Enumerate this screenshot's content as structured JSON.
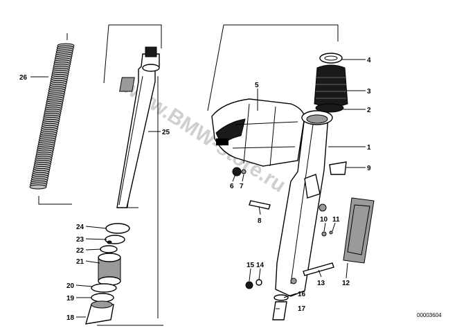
{
  "diagram": {
    "reference_number": "00003604",
    "watermark": "www.BMW-store.ru",
    "callouts": [
      {
        "id": "c1",
        "label": "1"
      },
      {
        "id": "c2",
        "label": "2"
      },
      {
        "id": "c3",
        "label": "3"
      },
      {
        "id": "c4",
        "label": "4"
      },
      {
        "id": "c5",
        "label": "5"
      },
      {
        "id": "c6",
        "label": "6"
      },
      {
        "id": "c7",
        "label": "7"
      },
      {
        "id": "c8",
        "label": "8"
      },
      {
        "id": "c9",
        "label": "9"
      },
      {
        "id": "c10",
        "label": "10"
      },
      {
        "id": "c11",
        "label": "11"
      },
      {
        "id": "c12",
        "label": "12"
      },
      {
        "id": "c13",
        "label": "13"
      },
      {
        "id": "c14",
        "label": "14"
      },
      {
        "id": "c15",
        "label": "15"
      },
      {
        "id": "c16",
        "label": "16"
      },
      {
        "id": "c17",
        "label": "17"
      },
      {
        "id": "c18",
        "label": "18"
      },
      {
        "id": "c19",
        "label": "19"
      },
      {
        "id": "c20",
        "label": "20"
      },
      {
        "id": "c21",
        "label": "21"
      },
      {
        "id": "c22",
        "label": "22"
      },
      {
        "id": "c23",
        "label": "23"
      },
      {
        "id": "c24",
        "label": "24"
      },
      {
        "id": "c25",
        "label": "25"
      },
      {
        "id": "c26",
        "label": "26"
      }
    ]
  }
}
